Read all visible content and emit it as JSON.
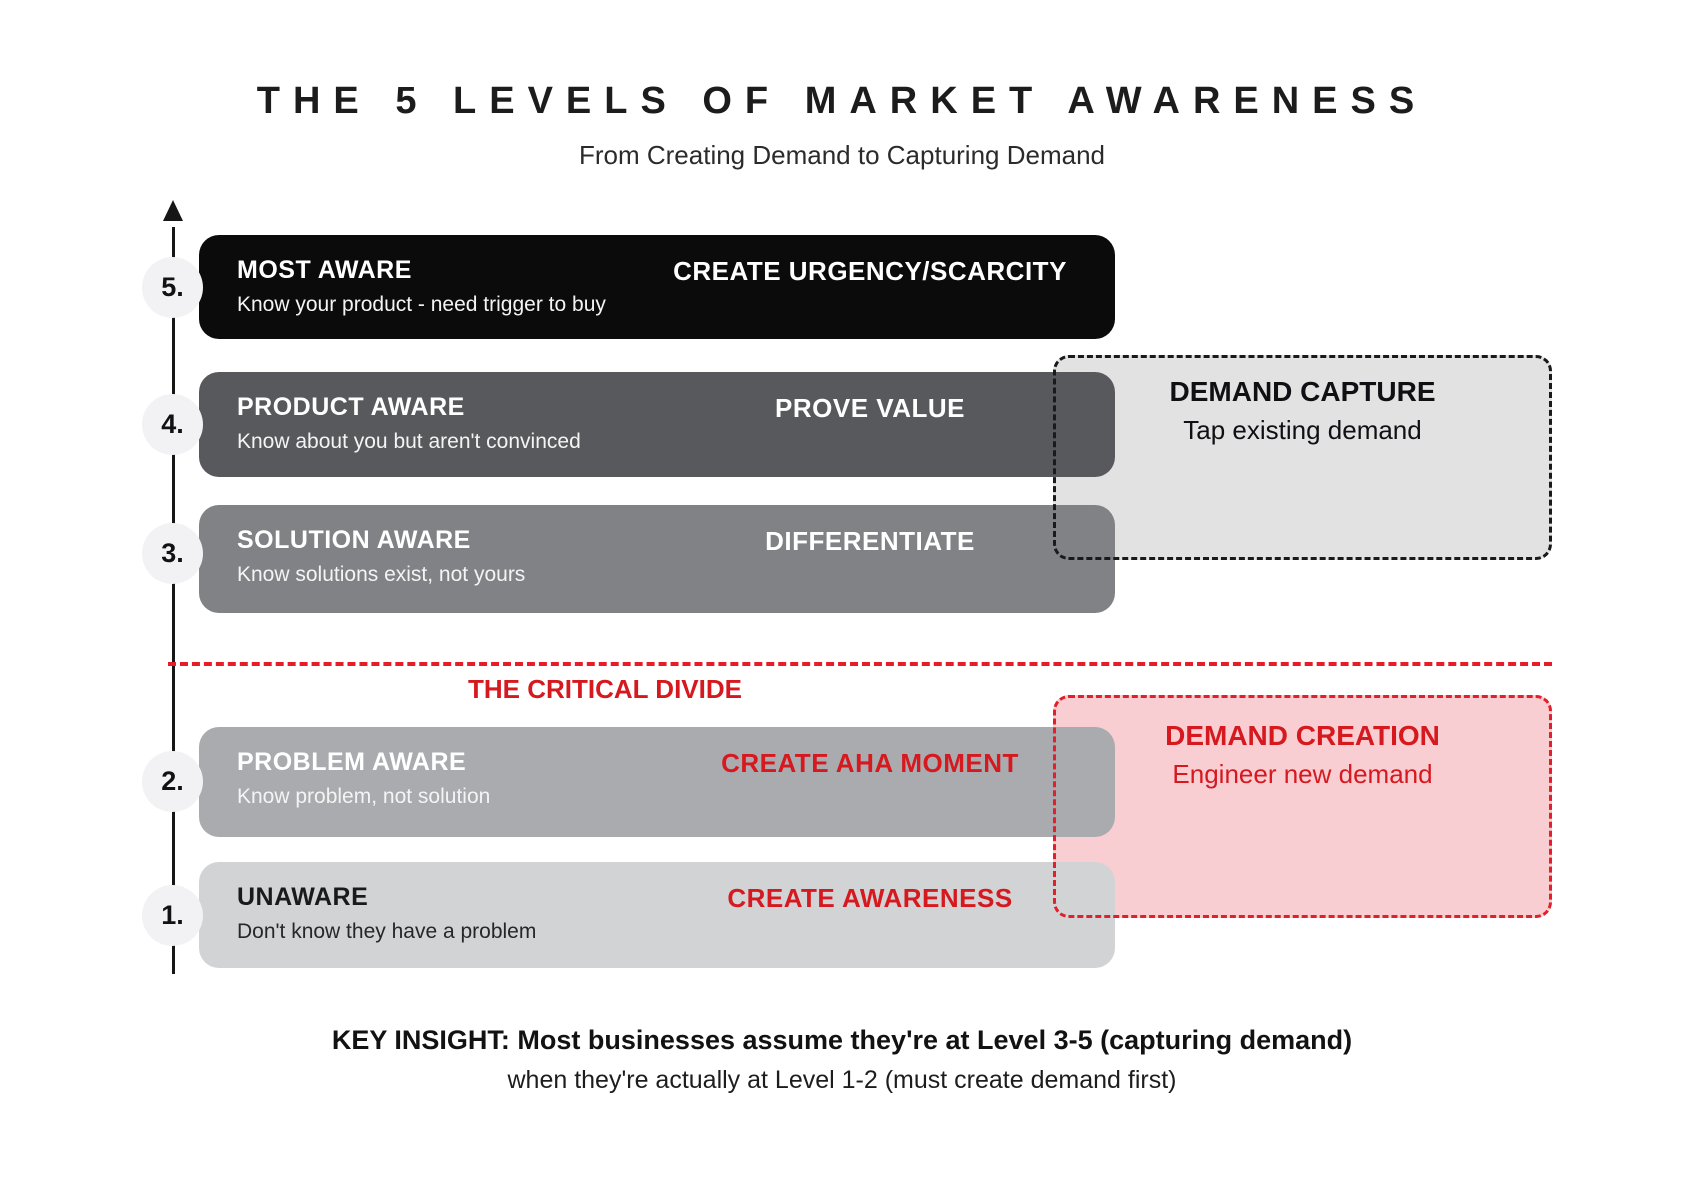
{
  "header": {
    "title": "THE 5 LEVELS OF MARKET AWARENESS",
    "subtitle": "From Creating Demand to Capturing Demand"
  },
  "levels": [
    {
      "number": "5.",
      "title": "MOST AWARE",
      "description": "Know your product - need trigger to buy",
      "action": "CREATE URGENCY/SCARCITY",
      "bar_color": "#0b0b0c",
      "text_color": "#ffffff",
      "action_color": "#ffffff"
    },
    {
      "number": "4.",
      "title": "PRODUCT AWARE",
      "description": "Know about you but aren't convinced",
      "action": "PROVE VALUE",
      "bar_color": "#58595c",
      "text_color": "#ffffff",
      "action_color": "#ffffff"
    },
    {
      "number": "3.",
      "title": "SOLUTION AWARE",
      "description": "Know solutions exist, not yours",
      "action": "DIFFERENTIATE",
      "bar_color": "#808285",
      "text_color": "#ffffff",
      "action_color": "#ffffff"
    },
    {
      "number": "2.",
      "title": "PROBLEM AWARE",
      "description": "Know problem, not solution",
      "action": "CREATE AHA MOMENT",
      "bar_color": "#a9abae",
      "text_color": "#ffffff",
      "action_color": "#d6181f"
    },
    {
      "number": "1.",
      "title": "UNAWARE",
      "description": "Don't know they have a problem",
      "action": "CREATE AWARENESS",
      "bar_color": "#d2d3d5",
      "text_color": "#1a1a1e",
      "action_color": "#d6181f"
    }
  ],
  "divide": {
    "label": "THE CRITICAL DIVIDE",
    "line_color": "#e81c26",
    "label_color": "#d6181f"
  },
  "side_boxes": [
    {
      "title": "DEMAND CAPTURE",
      "description": "Tap existing demand",
      "fill_color": "#e2e2e3",
      "border_color": "#1a1a1a",
      "text_color": "#101014"
    },
    {
      "title": "DEMAND CREATION",
      "description": "Engineer new demand",
      "fill_color": "#f9ced2",
      "border_color": "#e2202b",
      "text_color": "#d6181f"
    }
  ],
  "key_insight": {
    "line1": "KEY INSIGHT: Most businesses assume they're at Level 3-5 (capturing demand)",
    "line2": "when they're actually at Level 1-2 (must create demand first)"
  }
}
